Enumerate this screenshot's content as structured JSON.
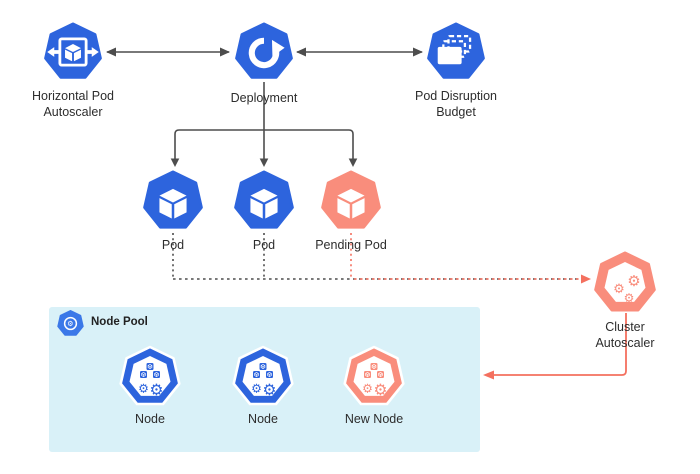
{
  "colors": {
    "blue": "#2d64dd",
    "badge_blue": "#3b78e8",
    "salmon": "#f98d7c",
    "pool_bg": "#d9f1f8",
    "line_dark": "#4d4d4d",
    "line_red": "#f4705f",
    "text": "#2d2d2d"
  },
  "diagram": {
    "hpa": {
      "label": "Horizontal Pod Autoscaler",
      "icon": "cube-scale-arrows-icon"
    },
    "deployment": {
      "label": "Deployment",
      "icon": "circular-arrow-icon"
    },
    "pdb": {
      "label": "Pod Disruption Budget",
      "icon": "stacked-pods-icon"
    },
    "pod1": {
      "label": "Pod",
      "icon": "cube-icon"
    },
    "pod2": {
      "label": "Pod",
      "icon": "cube-icon"
    },
    "pending_pod": {
      "label": "Pending Pod",
      "icon": "cube-icon"
    },
    "cluster_autoscaler": {
      "label": "Cluster Autoscaler",
      "icon": "gears-icon"
    },
    "node_pool": {
      "label": "Node Pool",
      "icon": "circle-gear-icon"
    },
    "node1": {
      "label": "Node",
      "icon": "cubes-gears-icon"
    },
    "node2": {
      "label": "Node",
      "icon": "cubes-gears-icon"
    },
    "new_node": {
      "label": "New Node",
      "icon": "cubes-gears-icon"
    }
  }
}
